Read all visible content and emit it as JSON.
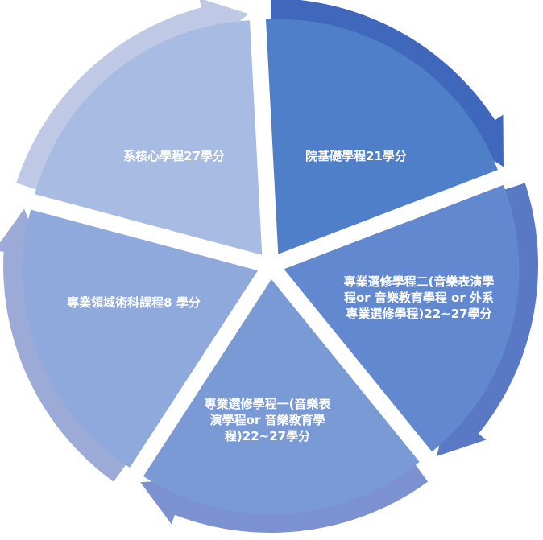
{
  "segments": [
    {
      "label": "院基礎學程21學分",
      "fill": "#4f7fc8",
      "arrow": "#3f68bd"
    },
    {
      "label": "專業選修學程二(音樂表演學程or 音樂教育學程 or 外系專業選修學程)22~27學分",
      "fill": "#6288cf",
      "arrow": "#5a79c4"
    },
    {
      "label": "專業選修學程一(音樂表演學程or 音樂教育學程)22~27學分",
      "fill": "#7a9ad6",
      "arrow": "#7b91d0"
    },
    {
      "label": "專業領域術科課程8 學分",
      "fill": "#8fa9dc",
      "arrow": "#9caad8"
    },
    {
      "label": "系核心學程27學分",
      "fill": "#a8bce3",
      "arrow": "#bfc9e6"
    }
  ]
}
